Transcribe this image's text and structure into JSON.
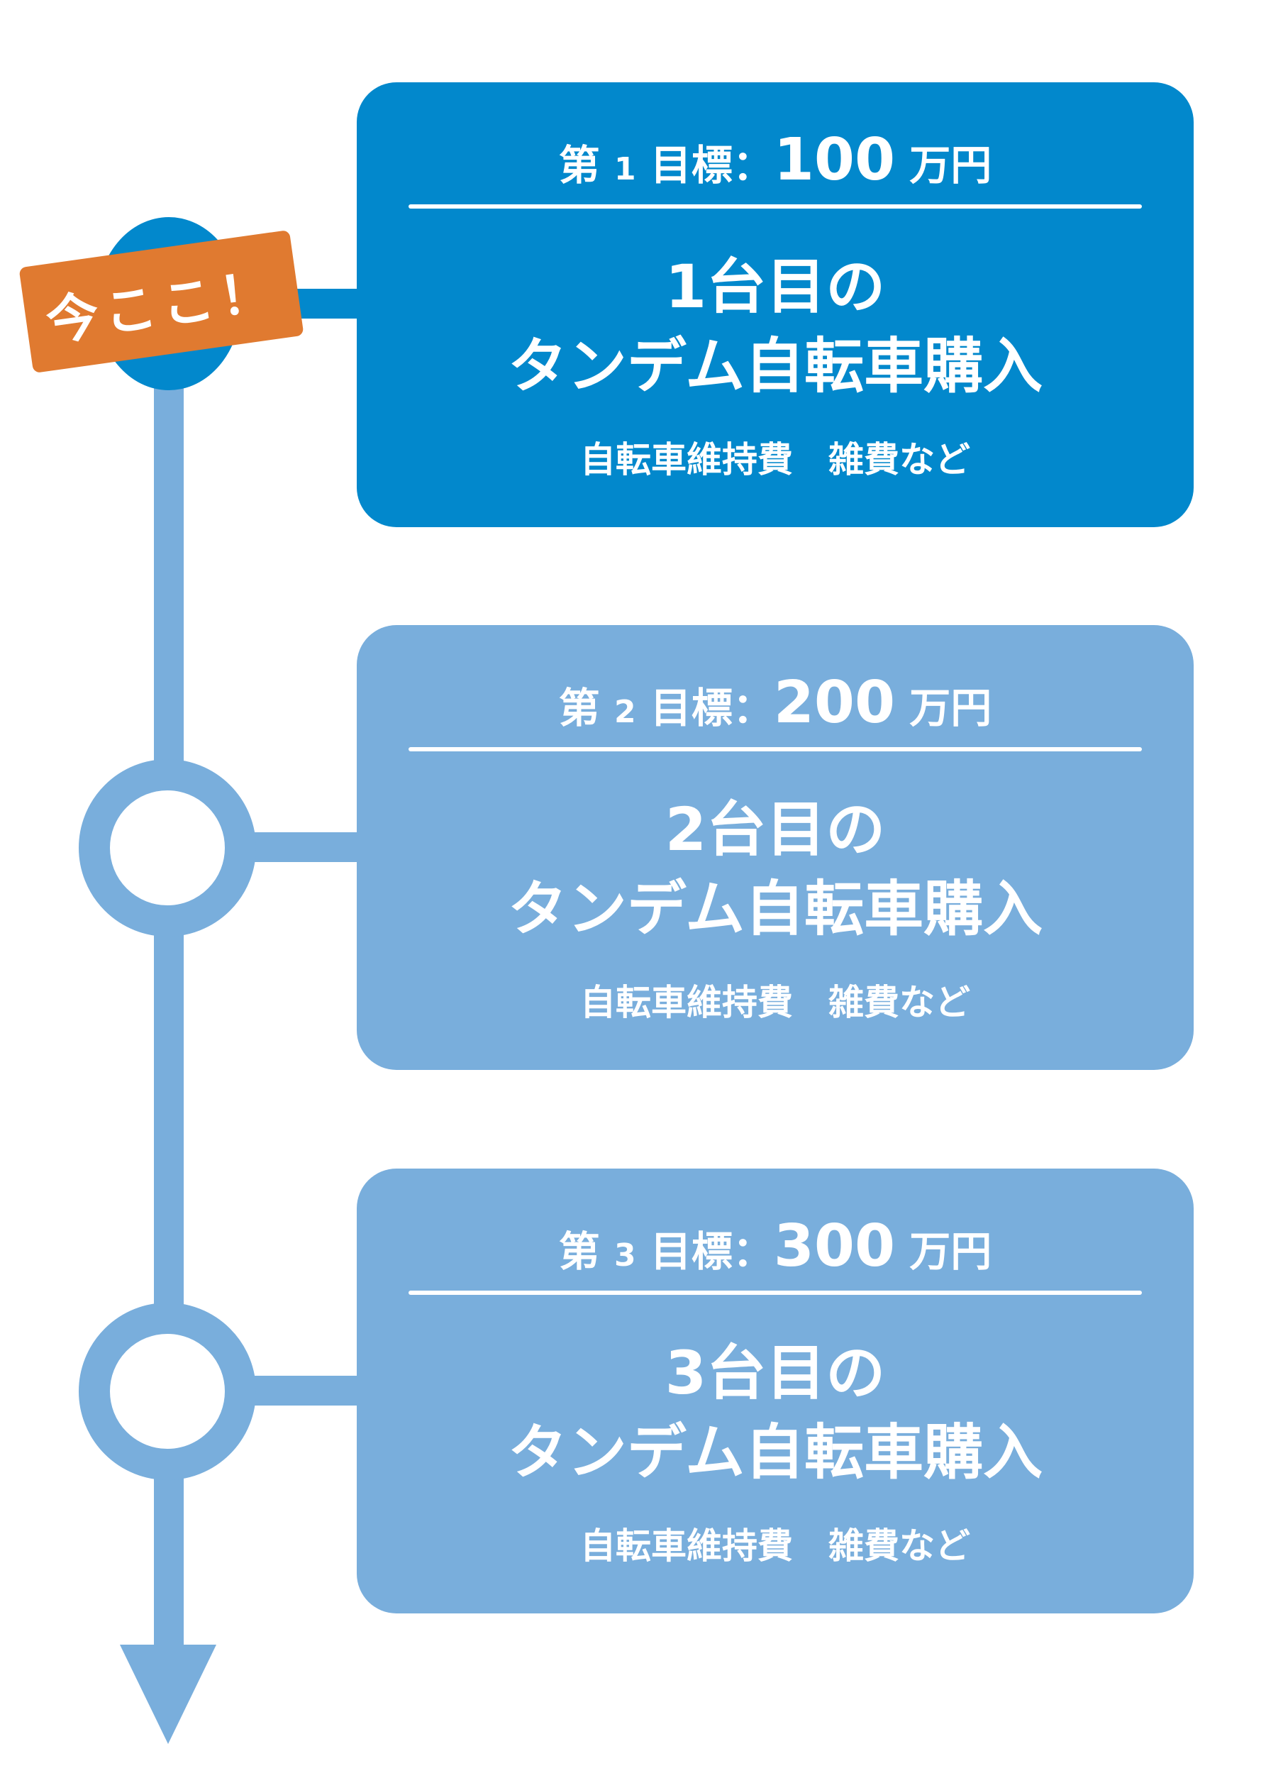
{
  "badge": {
    "label": "今ここ！"
  },
  "colors": {
    "current": "#0288CC",
    "future": "#79AEDC",
    "badge": "#E07A30"
  },
  "goals": [
    {
      "prefix": "第",
      "index": "1",
      "mid": "目標：",
      "amount": "100",
      "unit": "万円",
      "line1": "1台目の",
      "line2": "タンデム自転車購入",
      "sub": "自転車維持費　雑費など"
    },
    {
      "prefix": "第",
      "index": "2",
      "mid": "目標：",
      "amount": "200",
      "unit": "万円",
      "line1": "2台目の",
      "line2": "タンデム自転車購入",
      "sub": "自転車維持費　雑費など"
    },
    {
      "prefix": "第",
      "index": "3",
      "mid": "目標：",
      "amount": "300",
      "unit": "万円",
      "line1": "3台目の",
      "line2": "タンデム自転車購入",
      "sub": "自転車維持費　雑費など"
    }
  ]
}
